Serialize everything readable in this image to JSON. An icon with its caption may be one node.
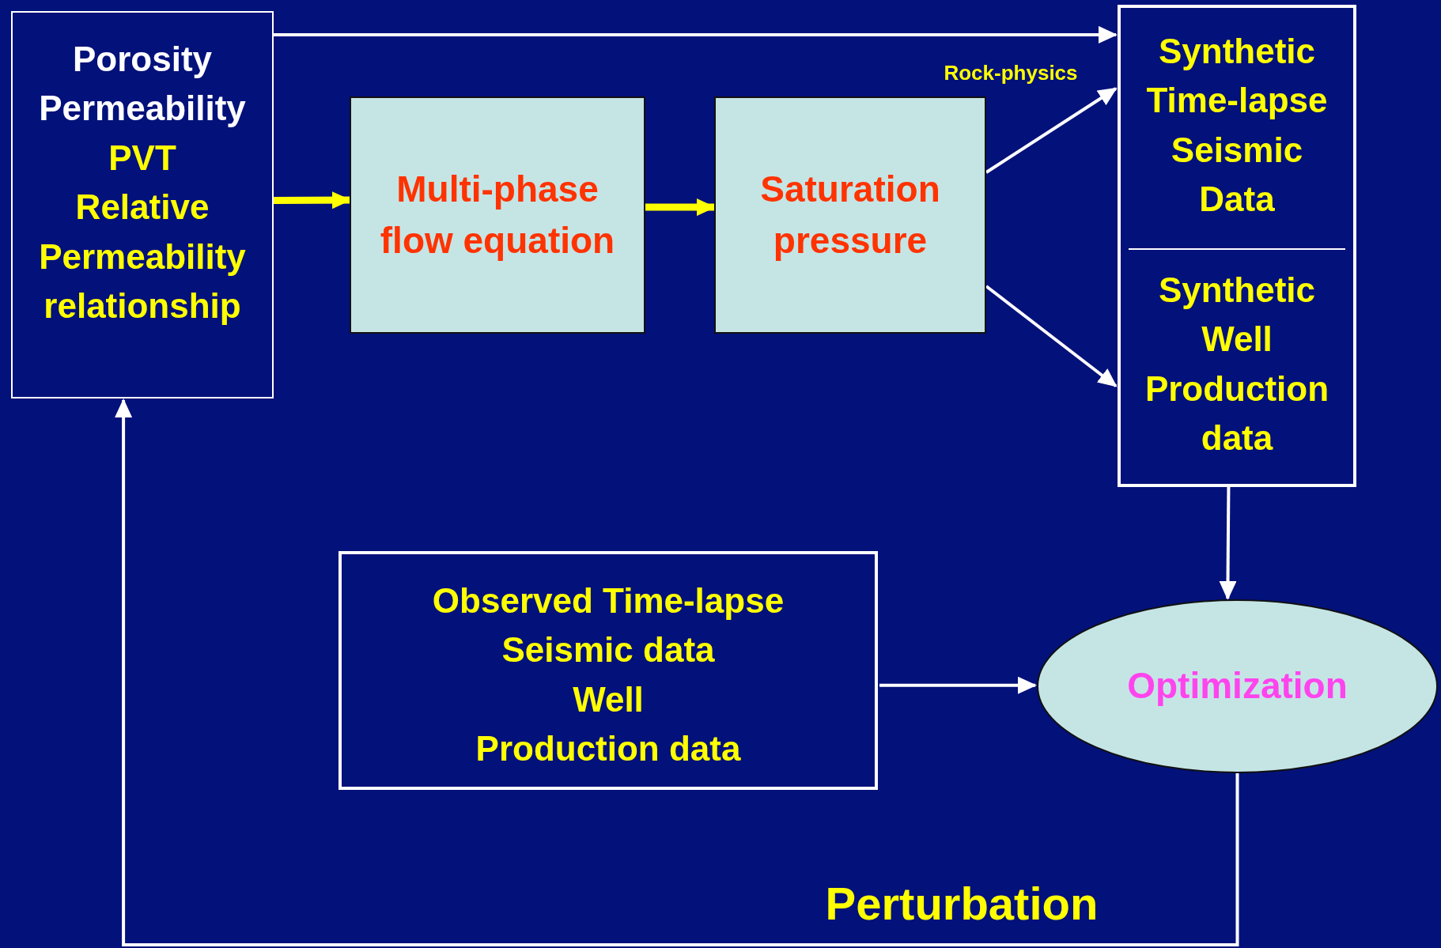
{
  "diagram": {
    "nodes": [
      {
        "text": [
          "Porosity",
          "Permeability",
          "PVT",
          "Relative Permeability relationship"
        ]
      },
      {
        "text": [
          "Multi-phase flow equation"
        ]
      },
      {
        "text": [
          "Saturation pressure"
        ]
      },
      {
        "text": [
          "Synthetic Time-lapse Seismic Data"
        ]
      },
      {
        "text": [
          "Synthetic Well Production data"
        ]
      },
      {
        "text": [
          "Observed Time-lapse Seismic data",
          "Well",
          "Production data"
        ]
      },
      {
        "text": [
          "Optimization"
        ]
      }
    ],
    "edges": [
      {
        "from": 0,
        "to": 3,
        "arrow": "to"
      },
      {
        "from": 0,
        "to": 1,
        "arrow": "to",
        "style": "thick",
        "color": "#ffff00"
      },
      {
        "from": 1,
        "to": 2,
        "arrow": "to",
        "style": "thick",
        "color": "#ffff00"
      },
      {
        "from": 2,
        "to": 3,
        "arrow": "to",
        "label": "Rock-physics"
      },
      {
        "from": 2,
        "to": 4,
        "arrow": "to"
      },
      {
        "from": 4,
        "to": 6,
        "arrow": "to"
      },
      {
        "from": 5,
        "to": 6,
        "arrow": "to"
      },
      {
        "from": 6,
        "to": 0,
        "arrow": "to",
        "label": "Perturbation"
      }
    ]
  }
}
